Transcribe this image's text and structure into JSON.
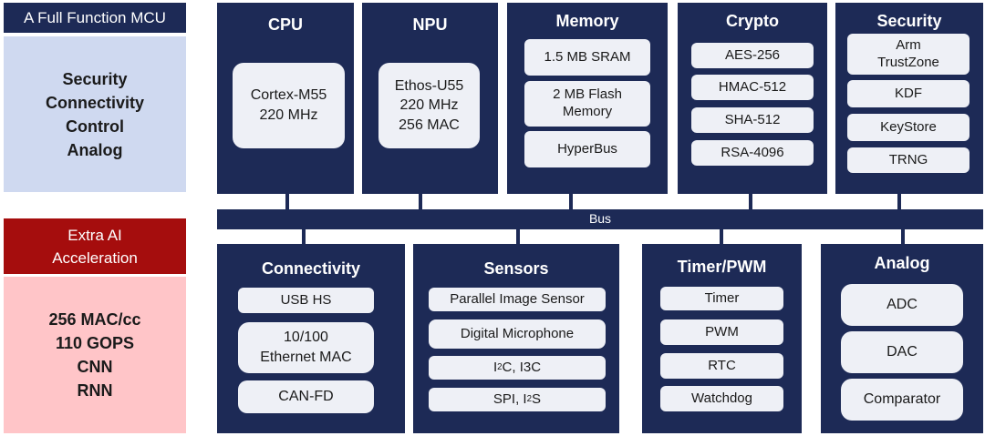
{
  "sidebar": {
    "header": "A Full Function MCU",
    "features": "Security\nConnectivity\nControl\nAnalog",
    "ai_header": "Extra AI\nAcceleration",
    "ai_features": "256 MAC/cc\n110 GOPS\nCNN\nRNN"
  },
  "bus": {
    "label": "Bus"
  },
  "cpu": {
    "title": "CPU",
    "item": "Cortex-M55\n220 MHz"
  },
  "npu": {
    "title": "NPU",
    "item": "Ethos-U55\n220 MHz\n256 MAC"
  },
  "memory": {
    "title": "Memory",
    "items": [
      "1.5 MB SRAM",
      "2 MB Flash\nMemory",
      "HyperBus"
    ]
  },
  "crypto": {
    "title": "Crypto",
    "items": [
      "AES-256",
      "HMAC-512",
      "SHA-512",
      "RSA-4096"
    ]
  },
  "security": {
    "title": "Security",
    "items": [
      "Arm\nTrustZone",
      "KDF",
      "KeyStore",
      "TRNG"
    ]
  },
  "connectivity": {
    "title": "Connectivity",
    "items": [
      "USB HS",
      "10/100\nEthernet MAC",
      "CAN-FD"
    ]
  },
  "sensors": {
    "title": "Sensors",
    "items": [
      "Parallel Image Sensor",
      "Digital Microphone"
    ],
    "i2c_pre": "I",
    "i2c_sup": "2",
    "i2c_post": "C, I3C",
    "spi_pre": "SPI, I",
    "spi_sup": "2",
    "spi_post": "S"
  },
  "timer": {
    "title": "Timer/PWM",
    "items": [
      "Timer",
      "PWM",
      "RTC",
      "Watchdog"
    ]
  },
  "analog": {
    "title": "Analog",
    "items": [
      "ADC",
      "DAC",
      "Comparator"
    ]
  },
  "colors": {
    "navy": "#1d2a56",
    "sidebar_blue": "#cfd9f0",
    "ai_red": "#a50d0d",
    "ai_pink": "#ffc5c8",
    "chip": "#eef0f6"
  }
}
